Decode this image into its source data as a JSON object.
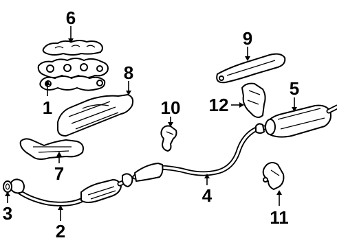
{
  "callouts": [
    {
      "id": "1",
      "label": "1"
    },
    {
      "id": "2",
      "label": "2"
    },
    {
      "id": "3",
      "label": "3"
    },
    {
      "id": "4",
      "label": "4"
    },
    {
      "id": "5",
      "label": "5"
    },
    {
      "id": "6",
      "label": "6"
    },
    {
      "id": "7",
      "label": "7"
    },
    {
      "id": "8",
      "label": "8"
    },
    {
      "id": "9",
      "label": "9"
    },
    {
      "id": "10",
      "label": "10"
    },
    {
      "id": "11",
      "label": "11"
    },
    {
      "id": "12",
      "label": "12"
    }
  ],
  "colors": {
    "ink": "#000000",
    "background": "#ffffff"
  }
}
